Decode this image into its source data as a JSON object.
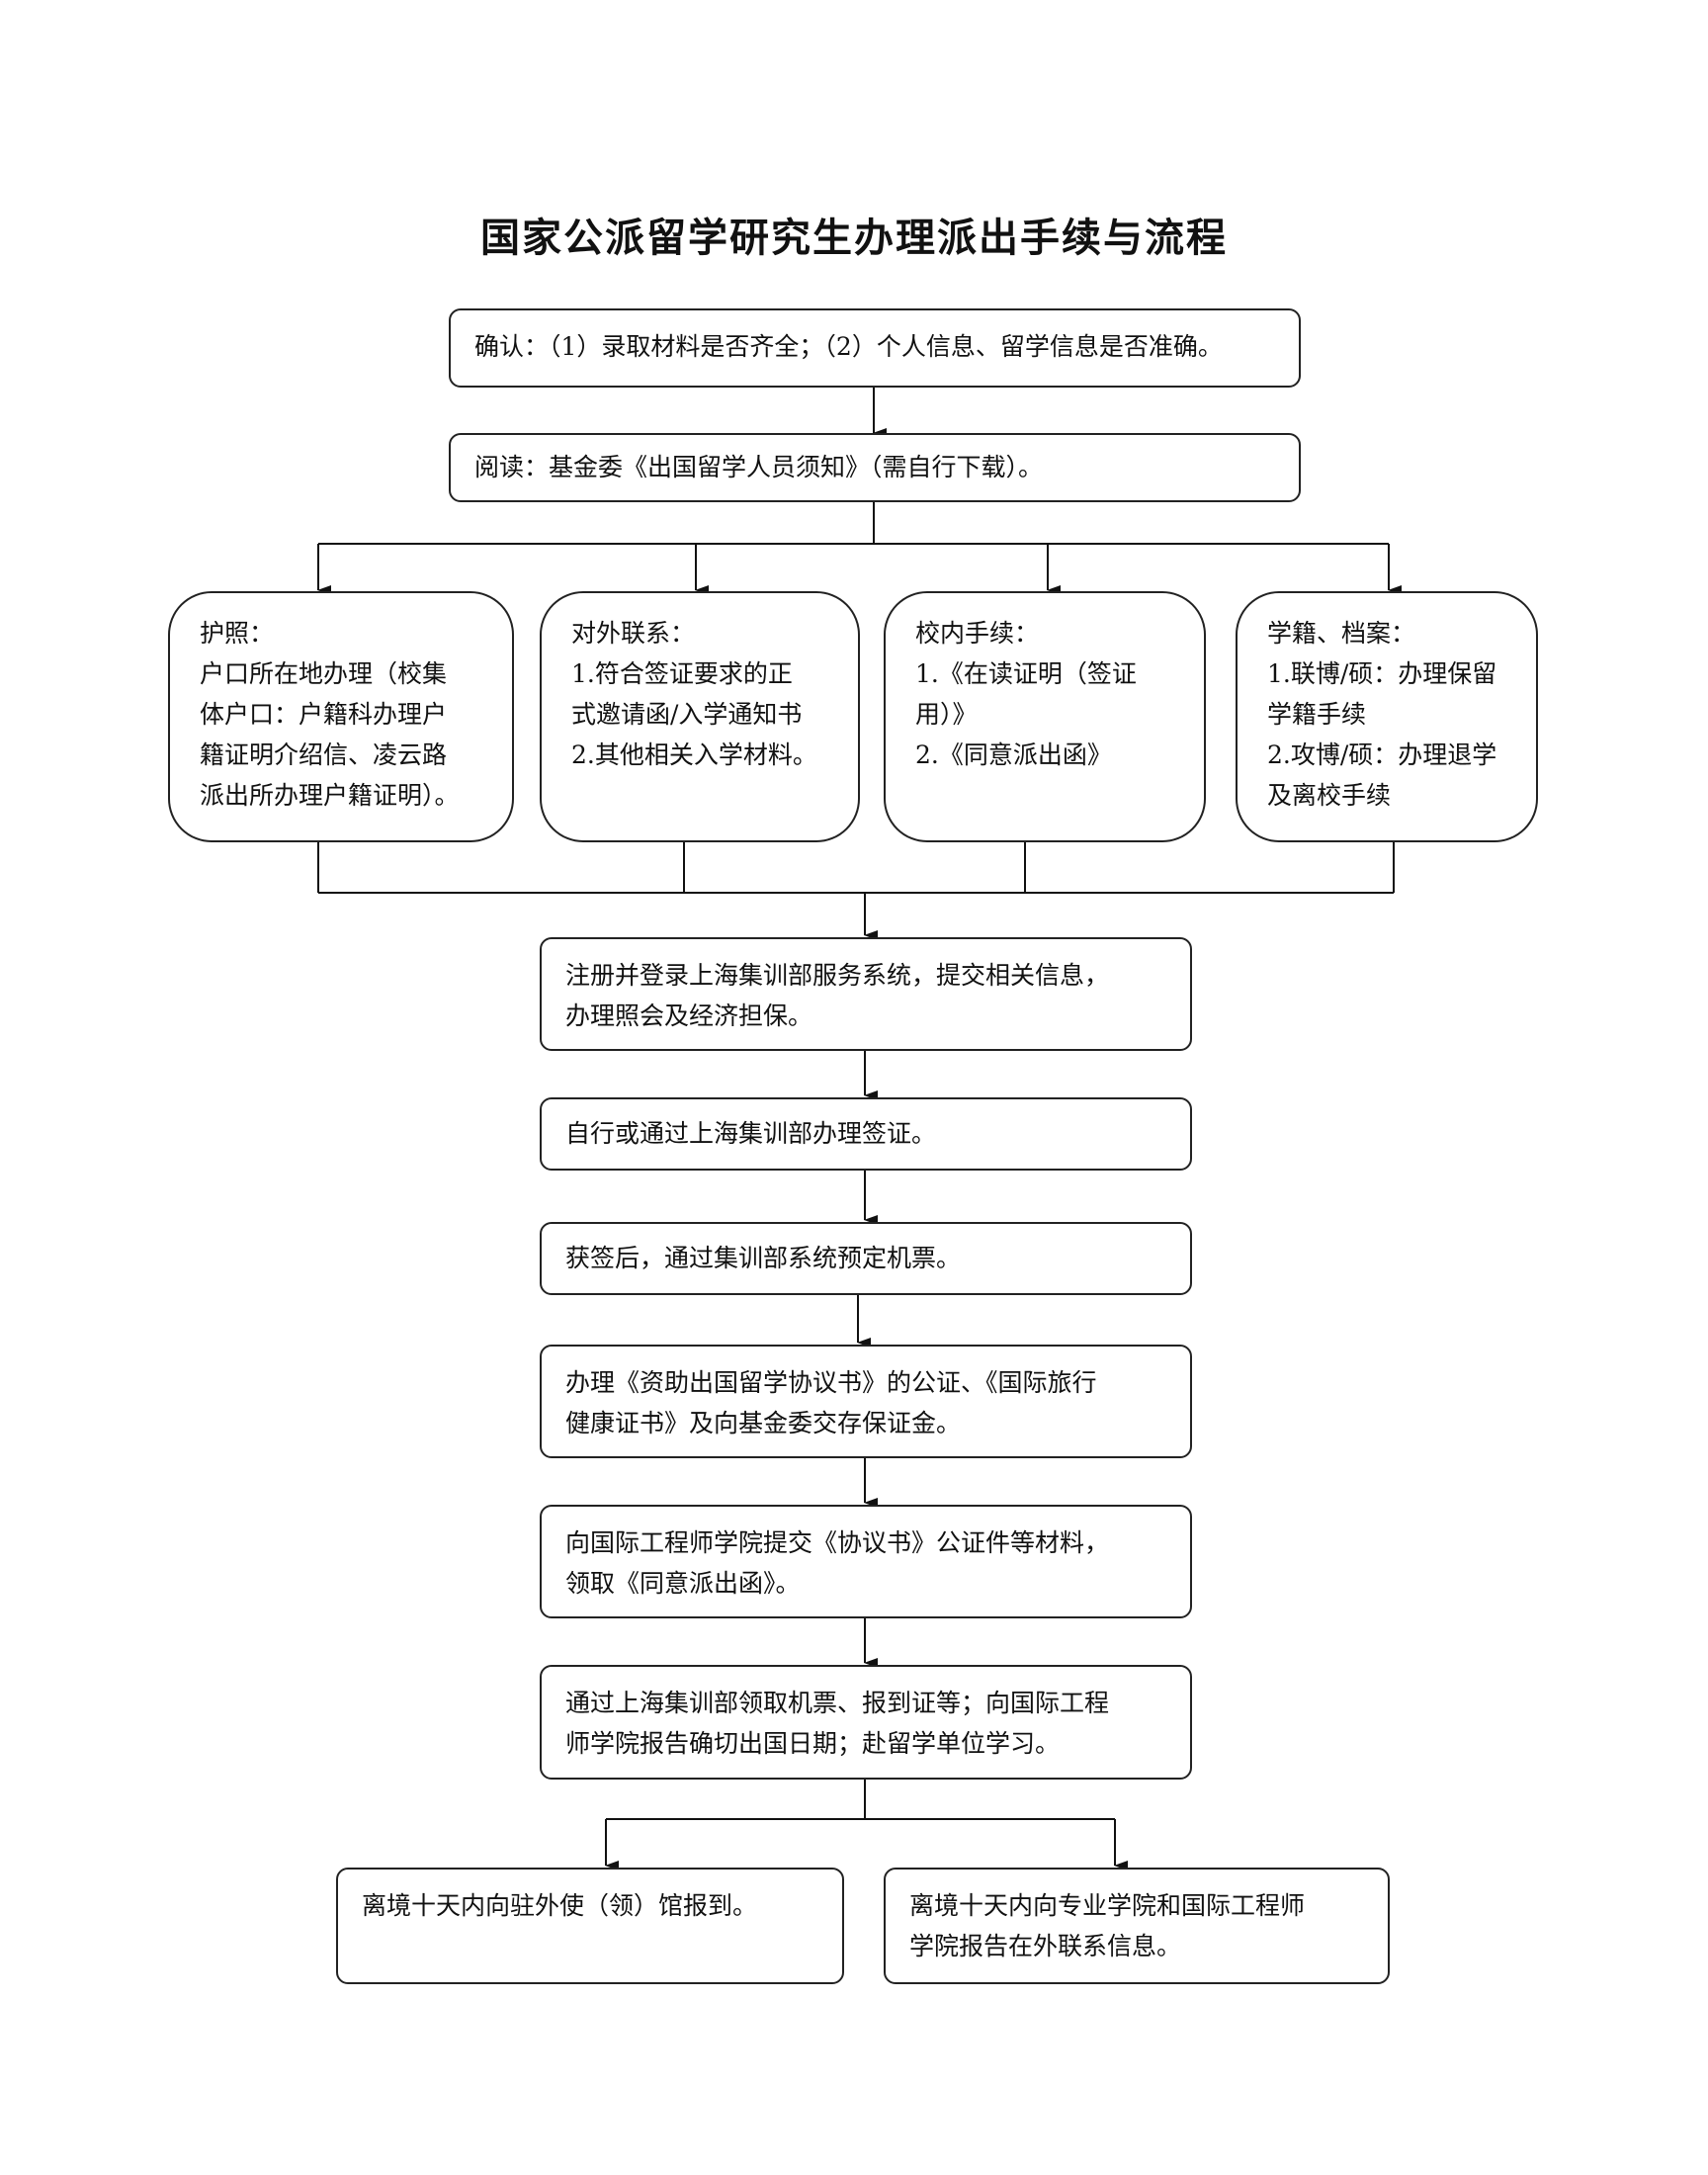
{
  "title": "国家公派留学研究生办理派出手续与流程",
  "steps": {
    "confirm": "确认：（1）录取材料是否齐全；（2）个人信息、留学信息是否准确。",
    "read": "阅读：基金委《出国留学人员须知》（需自行下载）。",
    "passport": {
      "heading": "护照：",
      "lines": [
        "户口所在地办理（校集",
        "体户口：户籍科办理户",
        "籍证明介绍信、凌云路",
        "派出所办理户籍证明）。"
      ]
    },
    "external": {
      "heading": "对外联系：",
      "lines": [
        "1.符合签证要求的正",
        "式邀请函/入学通知书",
        "2.其他相关入学材料。"
      ]
    },
    "campus": {
      "heading": "校内手续：",
      "lines": [
        "1.《在读证明（签证",
        "用）》",
        "2.《同意派出函》"
      ]
    },
    "records": {
      "heading": "学籍、档案：",
      "lines": [
        "1.联博/硕：办理保留",
        "学籍手续",
        "2.攻博/硕：办理退学",
        "及离校手续"
      ]
    },
    "register": [
      "注册并登录上海集训部服务系统，提交相关信息，",
      "办理照会及经济担保。"
    ],
    "visa": "自行或通过上海集训部办理签证。",
    "ticket": "获签后，通过集训部系统预定机票。",
    "notary": [
      "办理《资助出国留学协议书》的公证、《国际旅行",
      "健康证书》及向基金委交存保证金。"
    ],
    "submit": [
      "向国际工程师学院提交《协议书》公证件等材料，",
      "领取《同意派出函》。"
    ],
    "collect": [
      "通过上海集训部领取机票、报到证等；向国际工程",
      "师学院报告确切出国日期；赴留学单位学习。"
    ],
    "embassy": "离境十天内向驻外使（领）馆报到。",
    "report": [
      "离境十天内向专业学院和国际工程师",
      "学院报告在外联系信息。"
    ]
  }
}
